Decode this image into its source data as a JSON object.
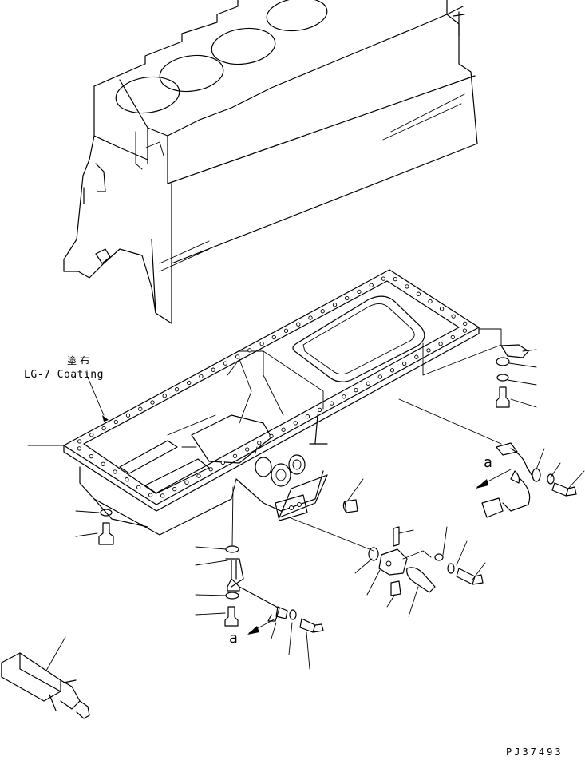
{
  "labels": {
    "coating_jp": "塗布",
    "coating_en": "LG-7 Coating",
    "ref_right": "a",
    "ref_left": "a",
    "drawing_no": "PJ37493"
  }
}
